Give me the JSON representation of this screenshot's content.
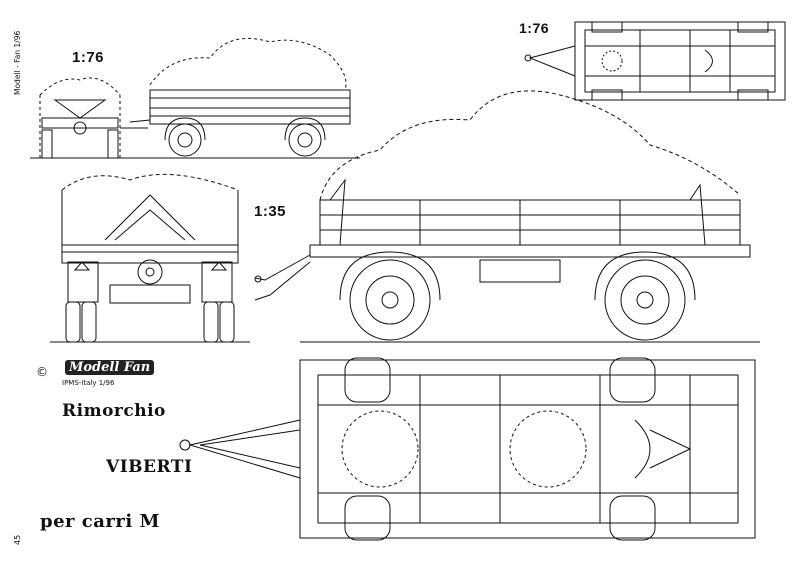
{
  "scales": {
    "top_left": "1:76",
    "top_right": "1:76",
    "middle": "1:35"
  },
  "side_text": "Modell - Fan 1/96",
  "page_number": "45",
  "logo": {
    "text": "Modell Fan",
    "caption": "IPMS-Italy 1/96",
    "copyright": "©"
  },
  "title": {
    "line1": "Rimorchio",
    "line2": "VIBERTI",
    "line3": "per   carri   M"
  },
  "colors": {
    "ink": "#111111",
    "paper": "#ffffff",
    "dashed_outline": "#333333"
  }
}
